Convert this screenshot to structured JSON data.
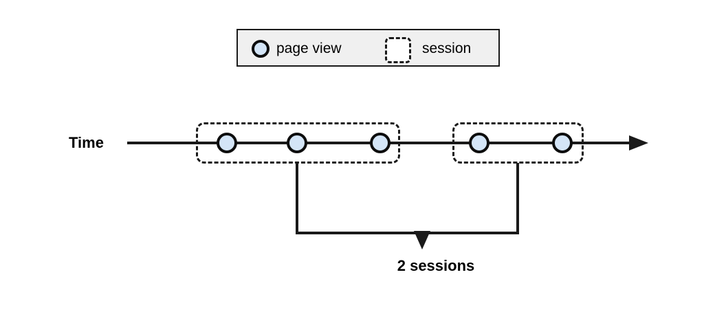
{
  "diagram": {
    "title_text": "",
    "legend": {
      "items": [
        {
          "label": "page view",
          "symbol": "filled-circle",
          "fill": "#d4e5f7",
          "stroke": "#0d0d0d"
        },
        {
          "label": "session",
          "symbol": "dashed-rounded-square",
          "fill": "#ffffff",
          "stroke": "#1a1a1a"
        }
      ],
      "box_fill": "#f0f0f0",
      "box_stroke": "#1a1a1a"
    },
    "axis": {
      "label": "Time",
      "direction": "left-to-right",
      "arrow": "right-arrow"
    },
    "page_views": [
      {
        "index": 1,
        "session": 1
      },
      {
        "index": 2,
        "session": 1
      },
      {
        "index": 3,
        "session": 1
      },
      {
        "index": 4,
        "session": 2
      },
      {
        "index": 5,
        "session": 2
      }
    ],
    "sessions": [
      {
        "id": 1,
        "page_view_count": 3
      },
      {
        "id": 2,
        "page_view_count": 2
      }
    ],
    "callout": {
      "text": "2 sessions",
      "arrow": "down-arrow"
    },
    "colors": {
      "dot_fill": "#d4e5f7",
      "dot_stroke": "#0d0d0d",
      "line": "#1a1a1a",
      "legend_background": "#f0f0f0",
      "page_background": "#ffffff"
    }
  }
}
